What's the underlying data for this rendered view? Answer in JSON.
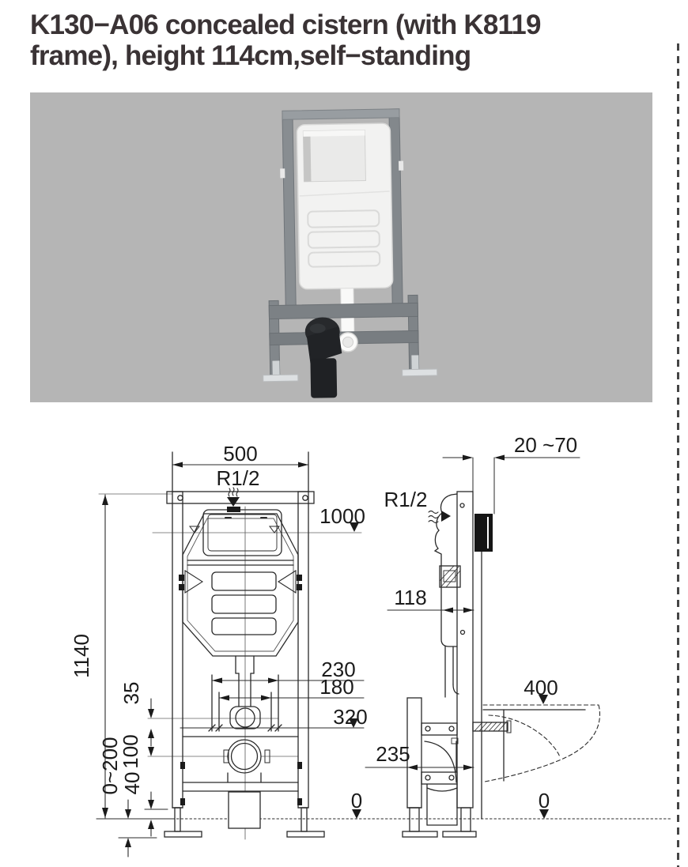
{
  "title": {
    "line1": "K130−A06 concealed cistern (with K8119",
    "line2": "frame), height 114cm,self−standing"
  },
  "colors": {
    "title_text": "#3a3335",
    "drawing_line": "#2a2a2a",
    "photo_background": "#b5b5b5",
    "flush_plate_black": "#151515"
  },
  "drawing": {
    "front_view": {
      "width_mm": "500",
      "inlet_thread": "R1/2",
      "supply_height": "1000",
      "total_height": "1140",
      "outlet_spacing": "230",
      "fixing_spacing": "180",
      "flush_level": "320",
      "dim_35": "35",
      "dim_100": "100",
      "dim_40": "40",
      "leg_adjust_range": "0~200",
      "floor_level": "0"
    },
    "side_view": {
      "wall_gap": "20 ~70",
      "inlet_thread": "R1/2",
      "cistern_depth": "118",
      "bowl_height": "400",
      "frame_depth": "235",
      "floor_level": "0"
    }
  }
}
